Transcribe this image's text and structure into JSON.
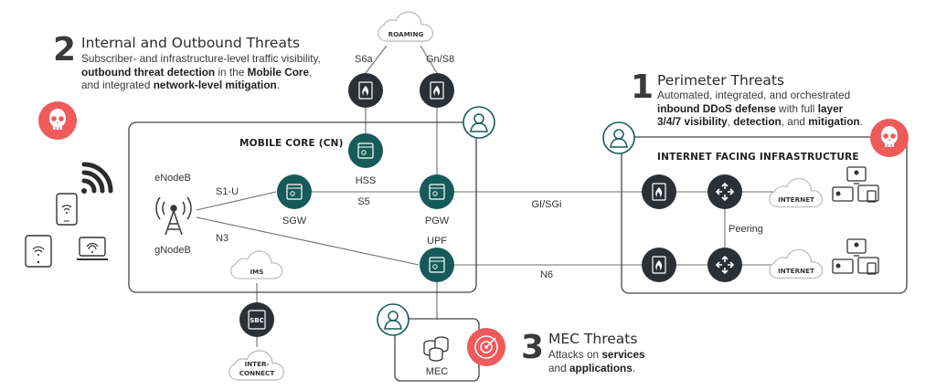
{
  "sections": {
    "internal": {
      "number": "2",
      "title": "Internal and Outbound Threats",
      "line1": "Subscriber- and infrastructure-level traffic visibility,",
      "line2_bold": "outbound threat detection",
      "line2_rest": " in the ",
      "line2_bold2": "Mobile Core",
      "line2_end": ",",
      "line3_pre": "and integrated ",
      "line3_bold": "network-level mitigation",
      "line3_end": "."
    },
    "perimeter": {
      "number": "1",
      "title": "Perimeter Threats",
      "line1": "Automated, integrated, and orchestrated",
      "line2_bold": "inbound DDoS defense",
      "line2_rest": " with full ",
      "line2_bold2": "layer",
      "line3_bold": "3/4/7 visibility",
      "line3_sep": ", ",
      "line3_bold2": "detection",
      "line3_and": ", and ",
      "line3_bold3": "mitigation",
      "line3_end": "."
    },
    "mec": {
      "number": "3",
      "title": "MEC Threats",
      "line1_pre": "Attacks on ",
      "line1_bold": "services",
      "line2_pre": "and ",
      "line2_bold": "applications",
      "line2_end": "."
    }
  },
  "diagram": {
    "mobile_core_title": "MOBILE CORE (CN)",
    "internet_infra_title": "INTERNET FACING INFRASTRUCTURE",
    "clouds": {
      "roaming": "ROAMING",
      "ims": "IMS",
      "interconnect_1": "INTER-",
      "interconnect_2": "CONNECT",
      "internet_1": "INTERNET",
      "internet_2": "INTERNET"
    },
    "labels": {
      "s6a": "S6a",
      "gn_s8": "Gn/S8",
      "hss": "HSS",
      "enodeb": "eNodeB",
      "gnodeb": "gNodeB",
      "s1u": "S1-U",
      "n3": "N3",
      "sgw": "SGW",
      "s5": "S5",
      "pgw": "PGW",
      "upf": "UPF",
      "gi_sgi": "GI/SGi",
      "n6": "N6",
      "peering": "Peering",
      "mec": "MEC",
      "sbc": "SBC"
    }
  },
  "colors": {
    "teal": "#165a5a",
    "dark": "#2b3036",
    "threat_red": "#ef5a5a",
    "line": "#6b6b6b"
  }
}
